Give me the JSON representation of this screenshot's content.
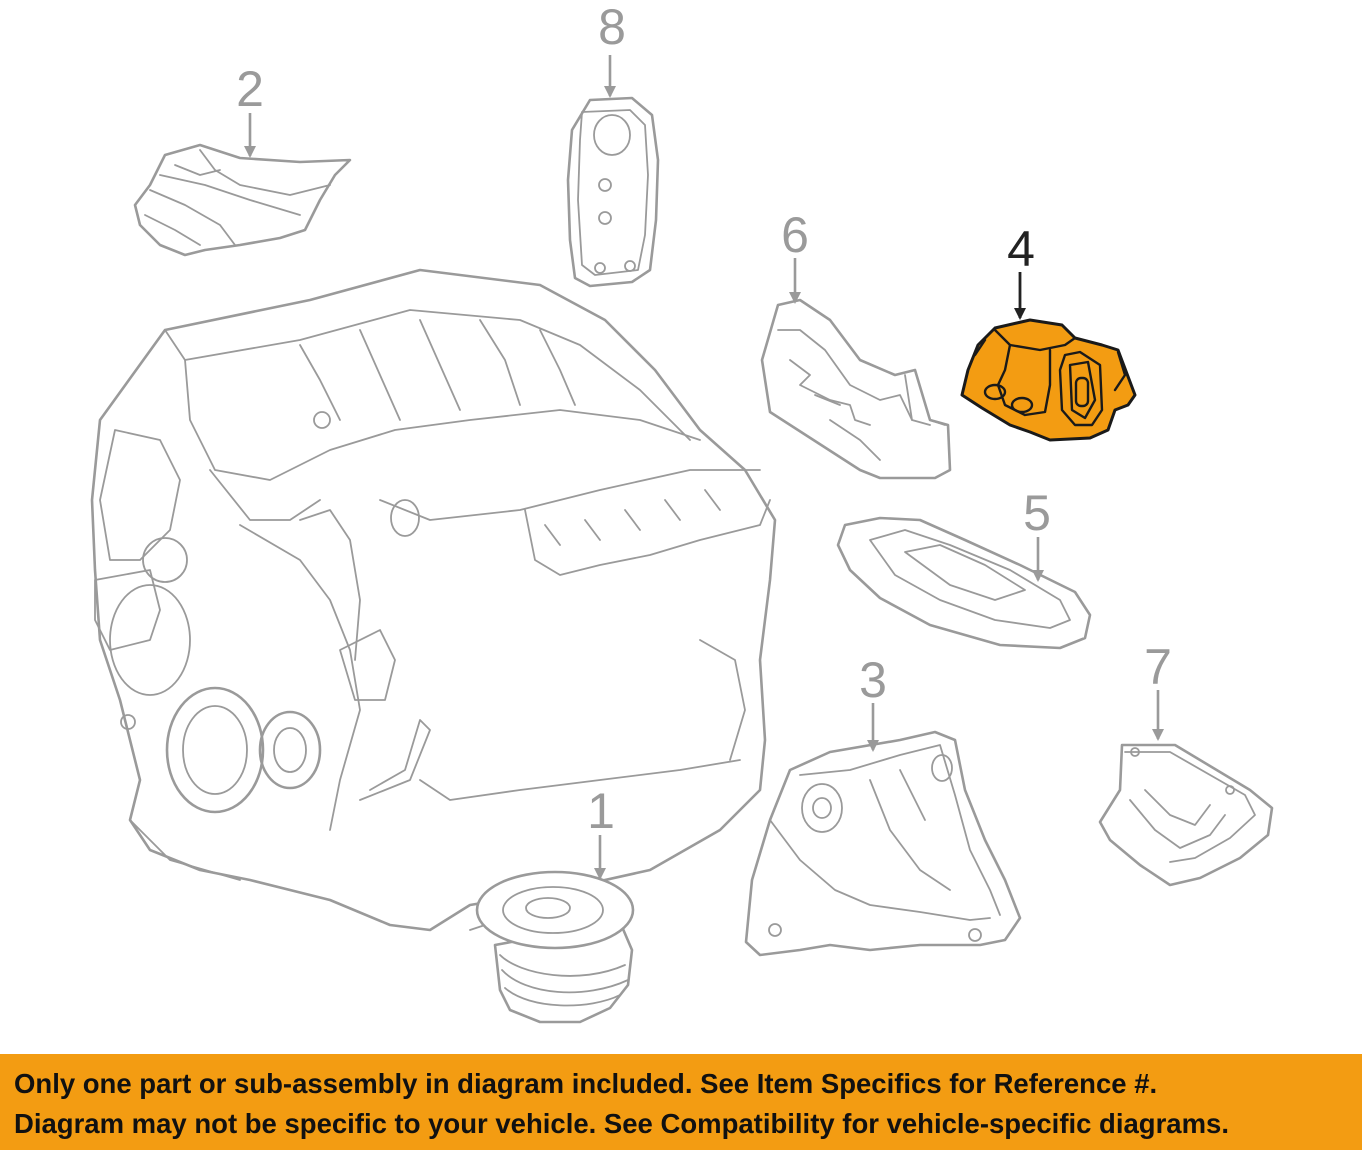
{
  "diagram": {
    "highlight_color": "#f39c12",
    "line_color": "#9a9a9a",
    "highlighted_part": "4",
    "callouts": [
      {
        "id": "1",
        "label": "1"
      },
      {
        "id": "2",
        "label": "2"
      },
      {
        "id": "3",
        "label": "3"
      },
      {
        "id": "4",
        "label": "4"
      },
      {
        "id": "5",
        "label": "5"
      },
      {
        "id": "6",
        "label": "6"
      },
      {
        "id": "7",
        "label": "7"
      },
      {
        "id": "8",
        "label": "8"
      }
    ]
  },
  "notice": {
    "line1": "Only one part or sub-assembly in diagram included. See Item Specifics for Reference #.",
    "line2": "Diagram may not be specific to your vehicle. See Compatibility for vehicle-specific diagrams."
  }
}
